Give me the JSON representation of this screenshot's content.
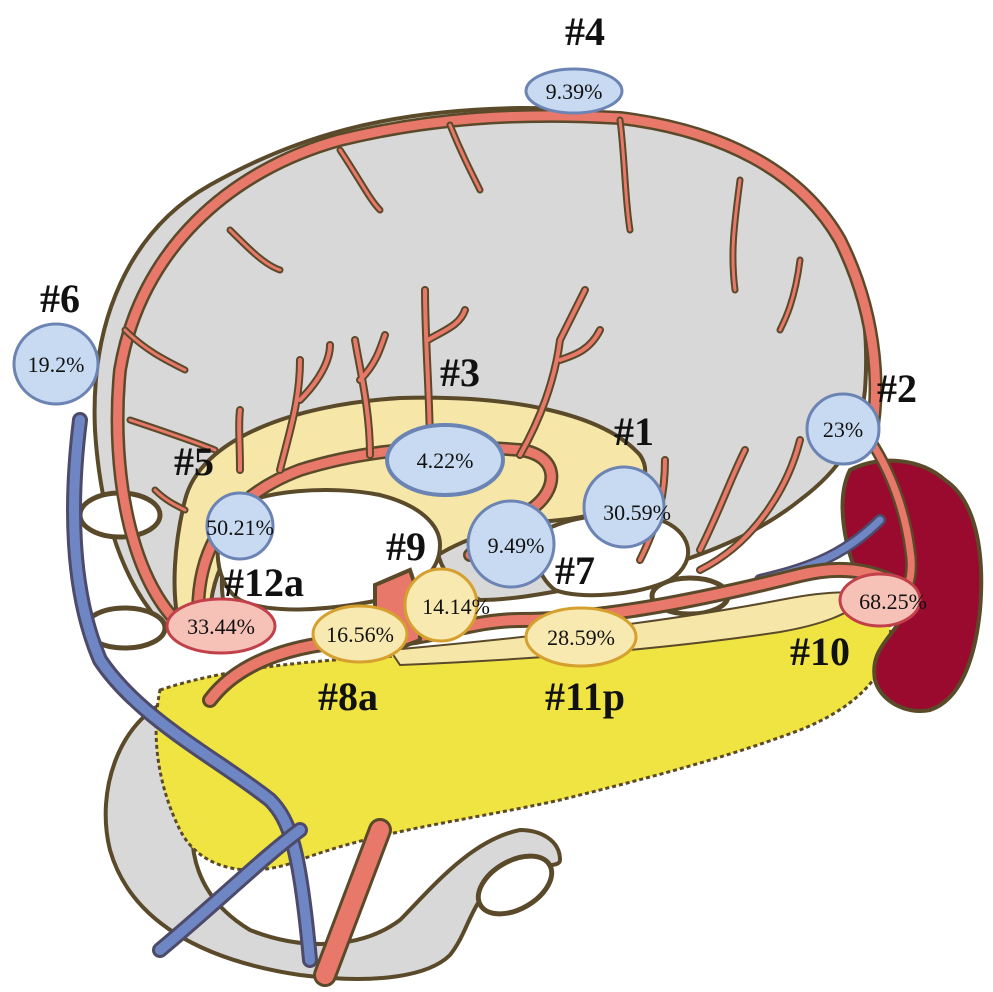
{
  "colors": {
    "stomach": "#d8d8d8",
    "pancreas": "#f0e442",
    "lesser_sac": "#f6e7a8",
    "spleen": "#9a0a2e",
    "artery": "#e8786a",
    "vein": "#6e86c4",
    "outline": "#5a4a2a",
    "bubble_blue": "#c8daf2",
    "bubble_blue_border": "#6c84b4",
    "bubble_yellow": "#f8e9b0",
    "bubble_yellow_border": "#d6a02e",
    "bubble_pink": "#f6c2b8",
    "bubble_pink_border": "#c2404a"
  },
  "stations": [
    {
      "id": "no4",
      "label": "#4",
      "value": "9.39%",
      "color": "blue"
    },
    {
      "id": "no6",
      "label": "#6",
      "value": "19.2%",
      "color": "blue"
    },
    {
      "id": "no2",
      "label": "#2",
      "value": "23%",
      "color": "blue"
    },
    {
      "id": "no3",
      "label": "#3",
      "value": "4.22%",
      "color": "blue"
    },
    {
      "id": "no1",
      "label": "#1",
      "value": "30.59%",
      "color": "blue"
    },
    {
      "id": "no5",
      "label": "#5",
      "value": "50.21%",
      "color": "blue"
    },
    {
      "id": "no7",
      "label": "#7",
      "value": "9.49%",
      "color": "blue"
    },
    {
      "id": "no9",
      "label": "#9",
      "value": "14.14%",
      "color": "yellow"
    },
    {
      "id": "no12a",
      "label": "#12a",
      "value": "33.44%",
      "color": "pink"
    },
    {
      "id": "no8a",
      "label": "#8a",
      "value": "16.56%",
      "color": "yellow"
    },
    {
      "id": "no11p",
      "label": "#11p",
      "value": "28.59%",
      "color": "yellow"
    },
    {
      "id": "no10",
      "label": "#10",
      "value": "68.25%",
      "color": "pink"
    }
  ]
}
